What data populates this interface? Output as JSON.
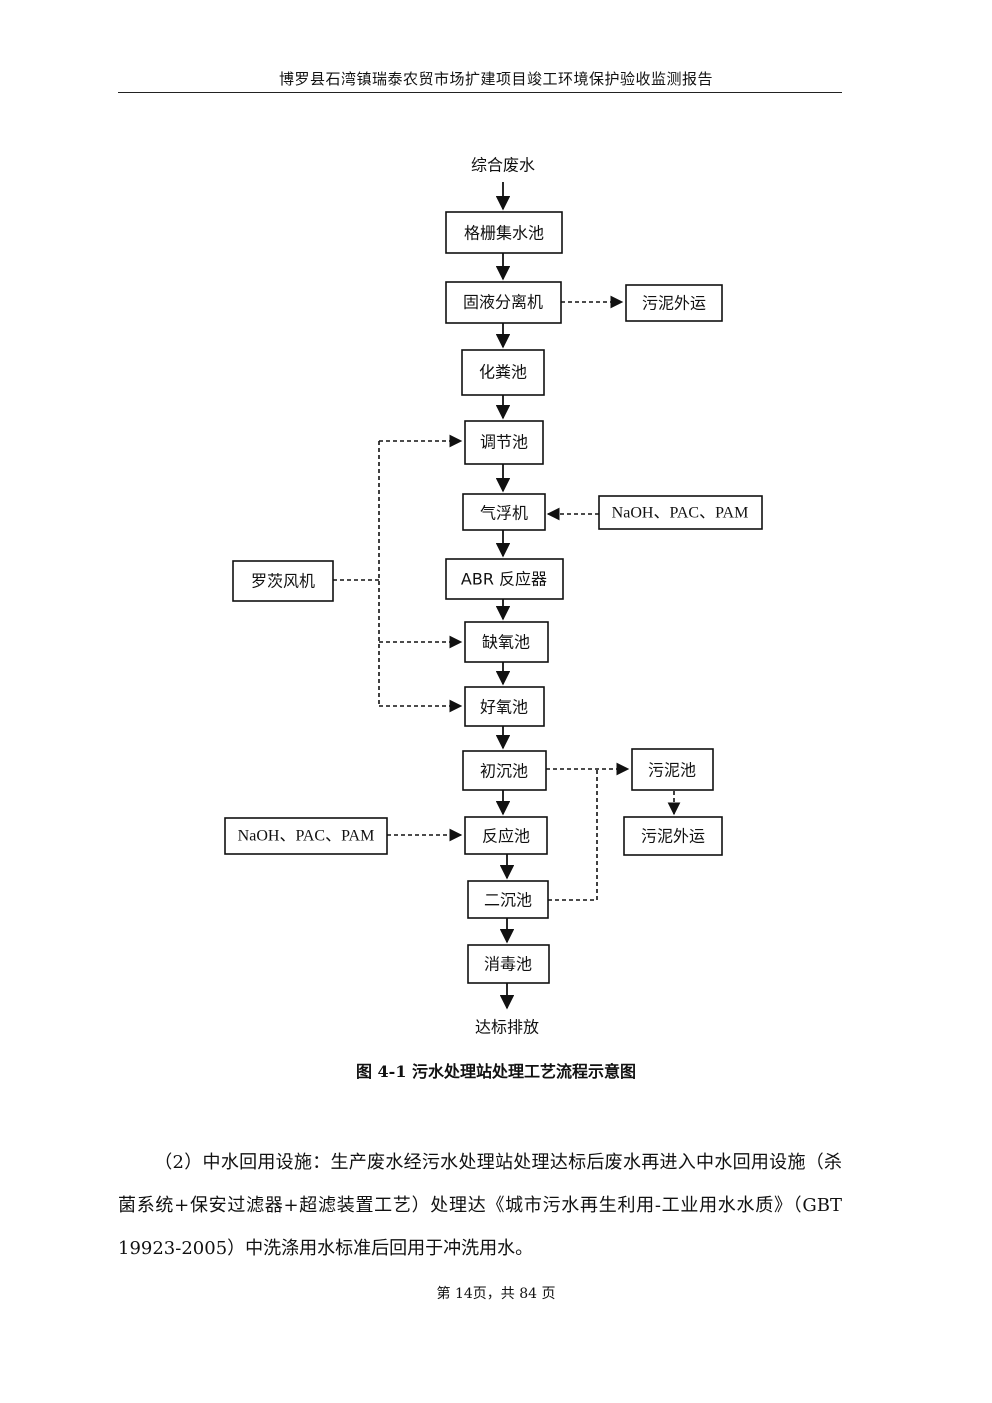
{
  "header": {
    "title": "博罗县石湾镇瑞泰农贸市场扩建项目竣工环境保护验收监测报告"
  },
  "flowchart": {
    "input_label": "综合废水",
    "output_label": "达标排放",
    "nodes": {
      "grille_tank": "格栅集水池",
      "solid_liquid_separator": "固液分离机",
      "sludge_transport_1": "污泥外运",
      "septic_tank": "化粪池",
      "regulating_tank": "调节池",
      "air_flotation": "气浮机",
      "chemicals_1": "NaOH、PAC、PAM",
      "roots_blower": "罗茨风机",
      "abr_reactor": "ABR 反应器",
      "anoxic_tank": "缺氧池",
      "aerobic_tank": "好氧池",
      "primary_sedimentation": "初沉池",
      "sludge_tank": "污泥池",
      "sludge_transport_2": "污泥外运",
      "chemicals_2": "NaOH、PAC、PAM",
      "reaction_tank": "反应池",
      "secondary_sedimentation": "二沉池",
      "disinfection_tank": "消毒池"
    }
  },
  "caption": "图 4-1  污水处理站处理工艺流程示意图",
  "paragraph": "（2）中水回用设施：生产废水经污水处理站处理达标后废水再进入中水回用设施（杀菌系统+保安过滤器+超滤装置工艺）处理达《城市污水再生利用-工业用水水质》（GBT 19923-2005）中洗涤用水标准后回用于冲洗用水。",
  "footer": "第 14页，共 84 页"
}
